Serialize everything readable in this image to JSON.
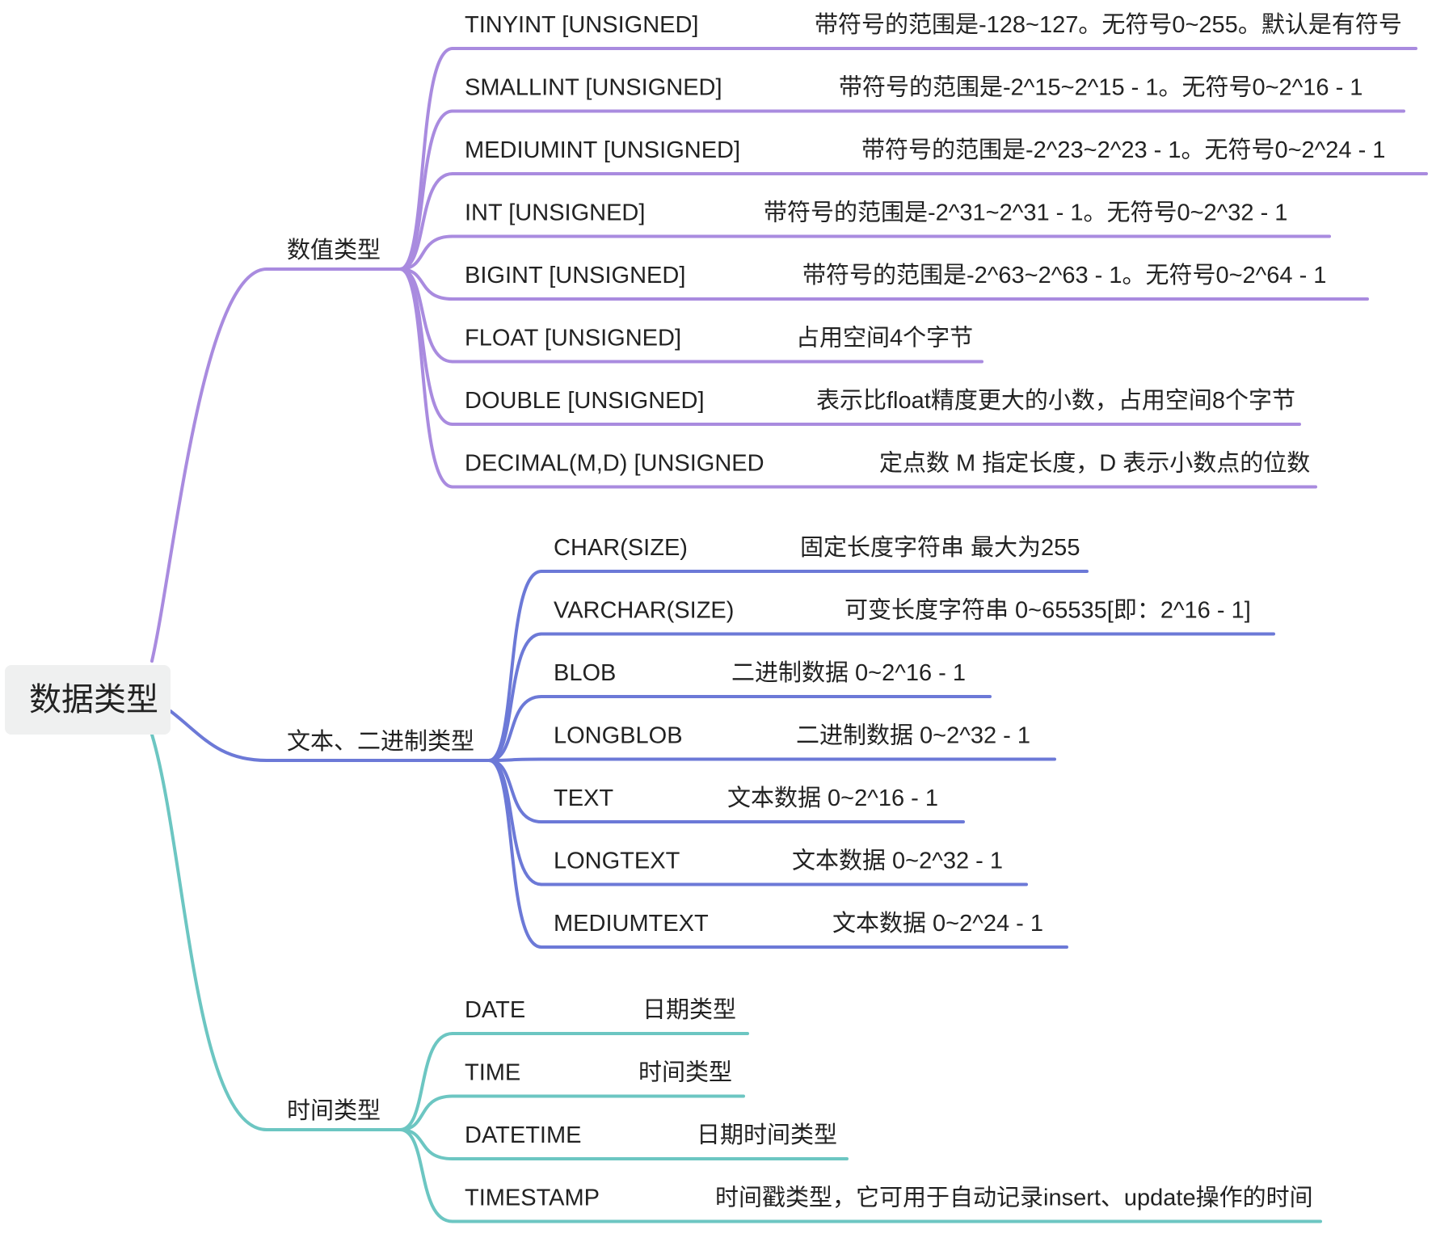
{
  "root": {
    "label": "数据类型"
  },
  "colors": {
    "numeric": "#A98BDF",
    "text": "#6C79D7",
    "time": "#6CC6C2",
    "root_bg": "#EFF0F0",
    "text_color": "#222222"
  },
  "branches": [
    {
      "key": "numeric",
      "label": "数值类型",
      "children": [
        {
          "type": "TINYINT [UNSIGNED]",
          "desc": "带符号的范围是-128~127。无符号0~255。默认是有符号"
        },
        {
          "type": "SMALLINT [UNSIGNED]",
          "desc": "带符号的范围是-2^15~2^15 - 1。无符号0~2^16 - 1"
        },
        {
          "type": "MEDIUMINT [UNSIGNED]",
          "desc": "带符号的范围是-2^23~2^23 - 1。无符号0~2^24 - 1"
        },
        {
          "type": "INT [UNSIGNED]",
          "desc": "带符号的范围是-2^31~2^31 - 1。无符号0~2^32 - 1"
        },
        {
          "type": "BIGINT [UNSIGNED]",
          "desc": "带符号的范围是-2^63~2^63 - 1。无符号0~2^64 - 1"
        },
        {
          "type": "FLOAT [UNSIGNED]",
          "desc": "占用空间4个字节"
        },
        {
          "type": "DOUBLE [UNSIGNED]",
          "desc": "表示比float精度更大的小数，占用空间8个字节"
        },
        {
          "type": "DECIMAL(M,D) [UNSIGNED",
          "desc": "定点数 M 指定长度，D 表示小数点的位数"
        }
      ]
    },
    {
      "key": "text",
      "label": "文本、二进制类型",
      "children": [
        {
          "type": "CHAR(SIZE)",
          "desc": "固定长度字符串 最大为255"
        },
        {
          "type": "VARCHAR(SIZE)",
          "desc": "可变长度字符串 0~65535[即：2^16 - 1]"
        },
        {
          "type": "BLOB",
          "desc": "二进制数据 0~2^16 - 1"
        },
        {
          "type": "LONGBLOB",
          "desc": "二进制数据 0~2^32 - 1"
        },
        {
          "type": "TEXT",
          "desc": "文本数据 0~2^16 - 1"
        },
        {
          "type": "LONGTEXT",
          "desc": "文本数据 0~2^32 - 1"
        },
        {
          "type": "MEDIUMTEXT",
          "desc": "文本数据 0~2^24 - 1"
        }
      ]
    },
    {
      "key": "time",
      "label": "时间类型",
      "children": [
        {
          "type": "DATE",
          "desc": "日期类型"
        },
        {
          "type": "TIME",
          "desc": "时间类型"
        },
        {
          "type": "DATETIME",
          "desc": "日期时间类型"
        },
        {
          "type": "TIMESTAMP",
          "desc": "时间戳类型，它可用于自动记录insert、update操作的时间"
        }
      ]
    }
  ]
}
